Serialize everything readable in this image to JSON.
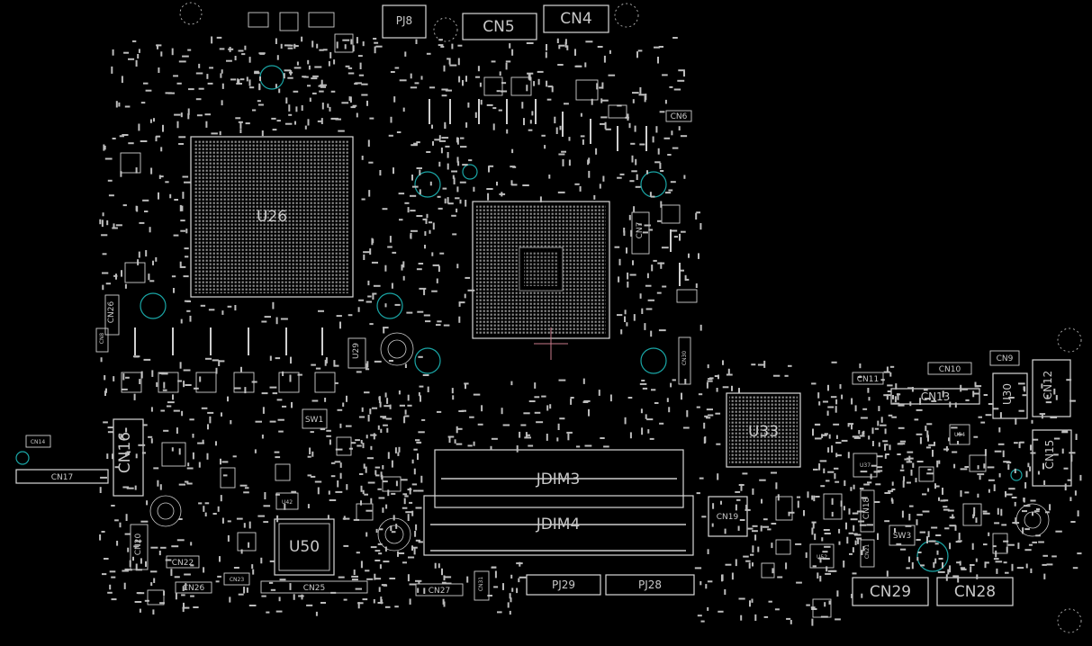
{
  "board": {
    "background": "#000000",
    "outline_color": "#d9d9d9",
    "pad_color": "#bdbdbd",
    "hole_color": "#1aa6a6",
    "marker_color": "#c87a8a"
  },
  "components": {
    "u26": "U26",
    "u33": "U33",
    "u50": "U50",
    "u29": "U29",
    "u30": "U30",
    "jdim3": "JDIM3",
    "jdim4": "JDIM4",
    "pj8": "PJ8",
    "pj28": "PJ28",
    "pj29": "PJ29",
    "sw1": "SW1",
    "sw3": "SW3",
    "u42": "U42",
    "u52": "U52",
    "u37": "U37",
    "u54": "U54"
  },
  "connectors": {
    "cn4": "CN4",
    "cn5": "CN5",
    "cn6": "CN6",
    "cn7": "CN7",
    "cn8": "CN8",
    "cn9": "CN9",
    "cn10": "CN10",
    "cn11": "CN11",
    "cn12": "CN12",
    "cn13": "CN13",
    "cn14": "CN14",
    "cn15": "CN15",
    "cn16": "CN16",
    "cn17": "CN17",
    "cn18": "CN18",
    "cn19": "CN19",
    "cn20": "CN20",
    "cn21": "CN21",
    "cn22": "CN22",
    "cn23": "CN23",
    "cn25": "CN25",
    "cn26": "CN26",
    "cn27": "CN27",
    "cn28": "CN28",
    "cn29": "CN29",
    "cn30": "CN30",
    "cn31": "CN31",
    "cn26b": "CN26"
  }
}
